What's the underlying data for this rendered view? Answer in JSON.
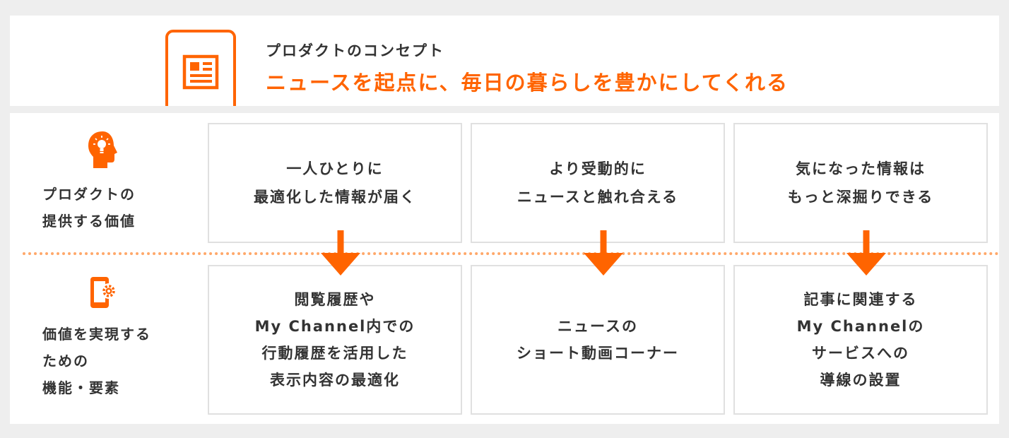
{
  "header": {
    "label": "プロダクトのコンセプト",
    "title": "ニュースを起点に、毎日の暮らしを豊かにしてくれる",
    "icon": "newspaper-phone-icon"
  },
  "rows": [
    {
      "label": "プロダクトの\n提供する価値",
      "icon": "lightbulb-head-icon",
      "cards": [
        "一人ひとりに\n最適化した情報が届く",
        "より受動的に\nニュースと触れ合える",
        "気になった情報は\nもっと深掘りできる"
      ]
    },
    {
      "label": "価値を実現する\nための\n機能・要素",
      "icon": "phone-gear-icon",
      "cards": [
        "閲覧履歴や\nMy Channel内での\n行動履歴を活用した\n表示内容の最適化",
        "ニュースの\nショート動画コーナー",
        "記事に関連する\nMy Channelの\nサービスへの\n導線の設置"
      ]
    }
  ],
  "colors": {
    "accent": "#ff6400",
    "divider": "#ffa86a",
    "card_border": "#e0e0e0",
    "text": "#333333"
  }
}
